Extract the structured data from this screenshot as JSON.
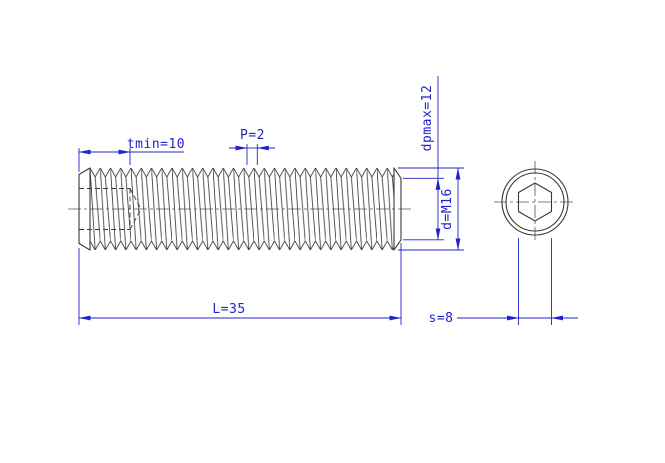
{
  "drawing": {
    "colors": {
      "dimension": "#2222cc",
      "outline": "#3a3a3a",
      "centerline": "#555555",
      "background": "#ffffff"
    },
    "dimensions": {
      "socket_depth": "tmin=10",
      "pitch": "P=2",
      "point_diameter": "dpmax=12",
      "thread_diameter": "d=M16",
      "length": "L=35",
      "socket_width": "s=8"
    }
  }
}
